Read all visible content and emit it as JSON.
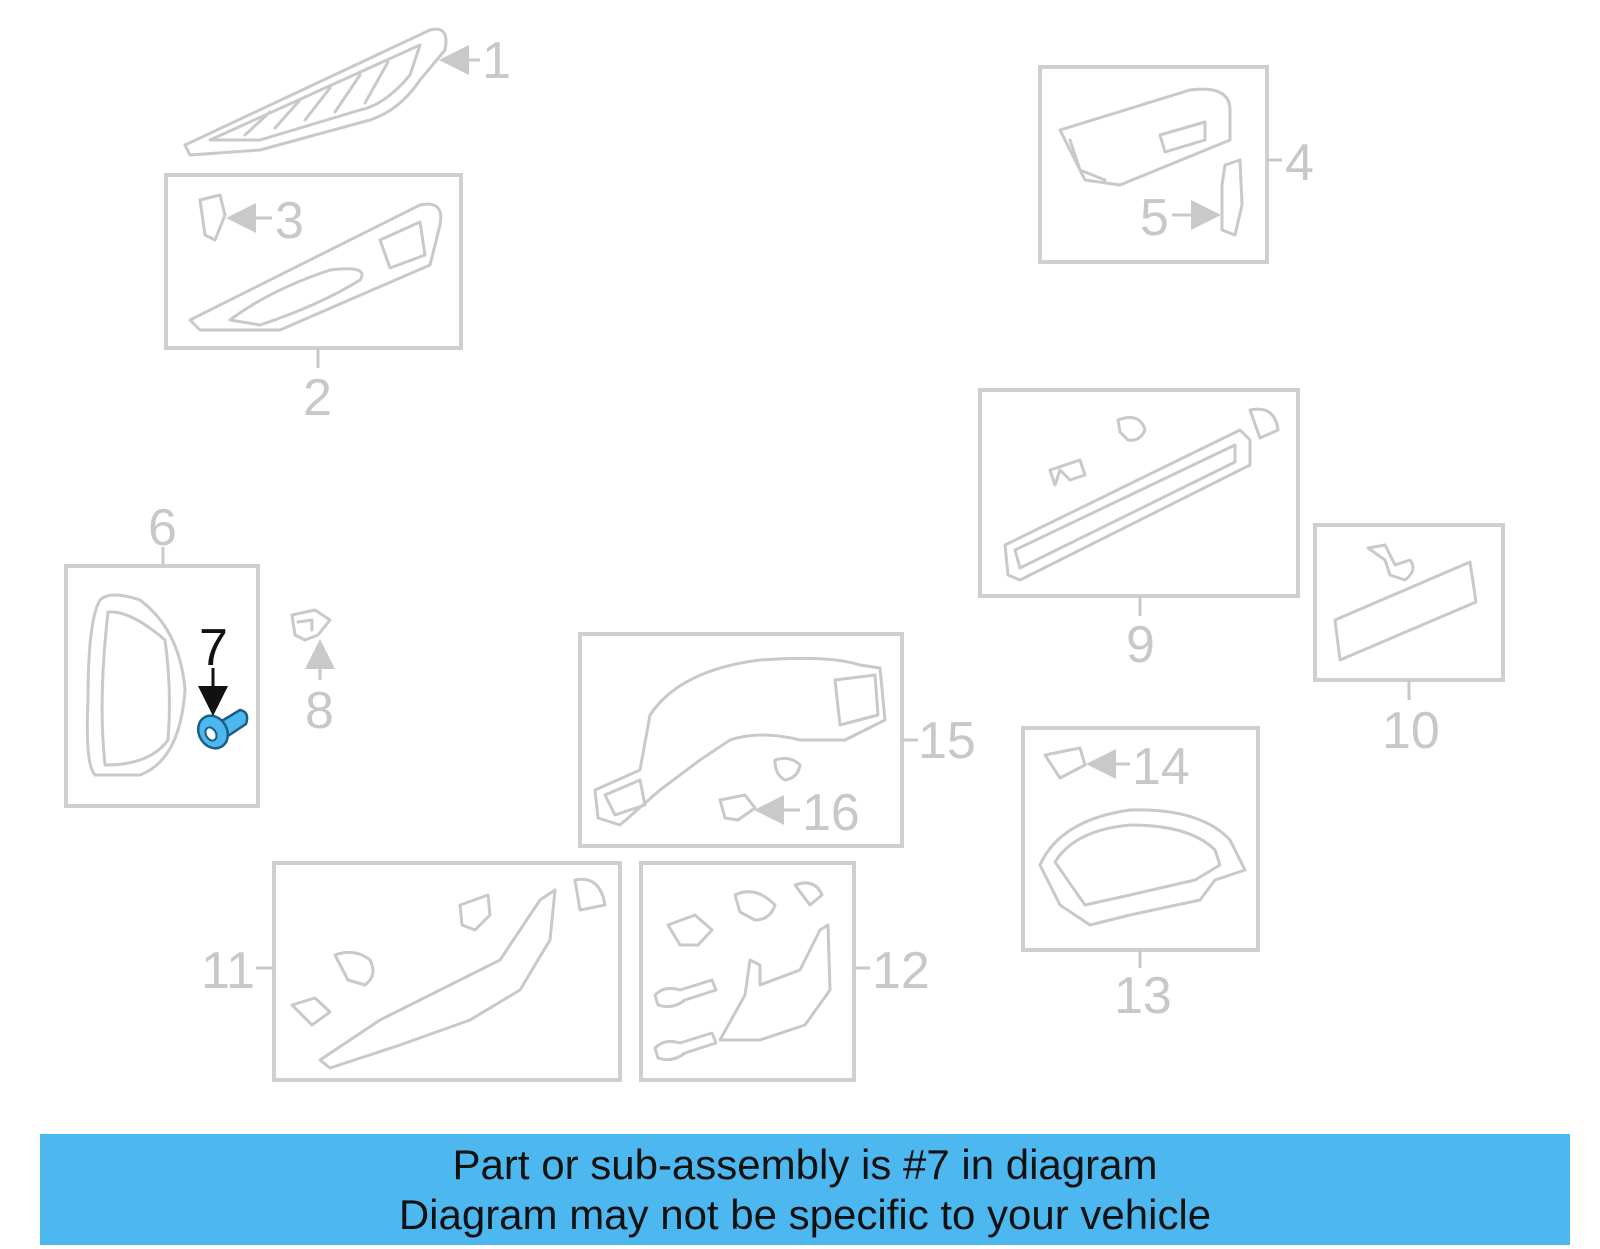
{
  "callouts": {
    "c1": "1",
    "c2": "2",
    "c3": "3",
    "c4": "4",
    "c5": "5",
    "c6": "6",
    "c7": "7",
    "c8": "8",
    "c9": "9",
    "c10": "10",
    "c11": "11",
    "c12": "12",
    "c13": "13",
    "c14": "14",
    "c15": "15",
    "c16": "16"
  },
  "highlight": {
    "part_number": "7",
    "color": "#4db8f0"
  },
  "banner": {
    "line1": "Part or sub-assembly is #7 in diagram",
    "line2": "Diagram may not be specific to your vehicle",
    "background": "#4db8f0"
  }
}
